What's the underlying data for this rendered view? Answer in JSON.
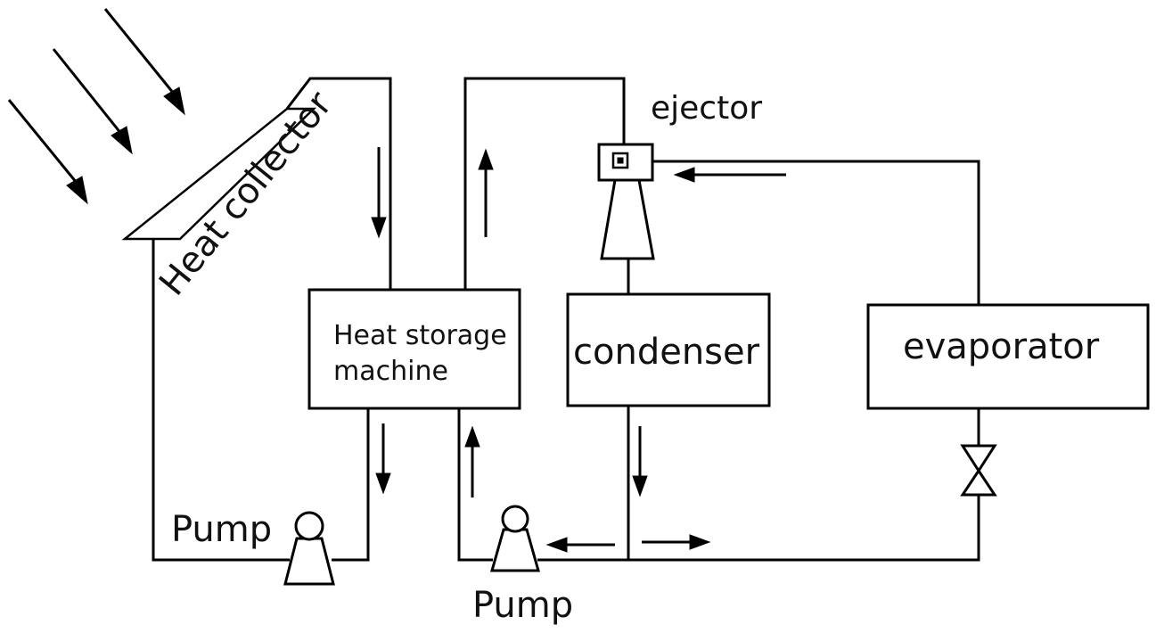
{
  "labels": {
    "heat_collector": "Heat collector",
    "ejector": "ejector",
    "heat_storage_line1": "Heat storage",
    "heat_storage_line2": "machine",
    "condenser": "condenser",
    "evaporator": "evaporator",
    "pump_left": "Pump",
    "pump_bottom": "Pump"
  }
}
